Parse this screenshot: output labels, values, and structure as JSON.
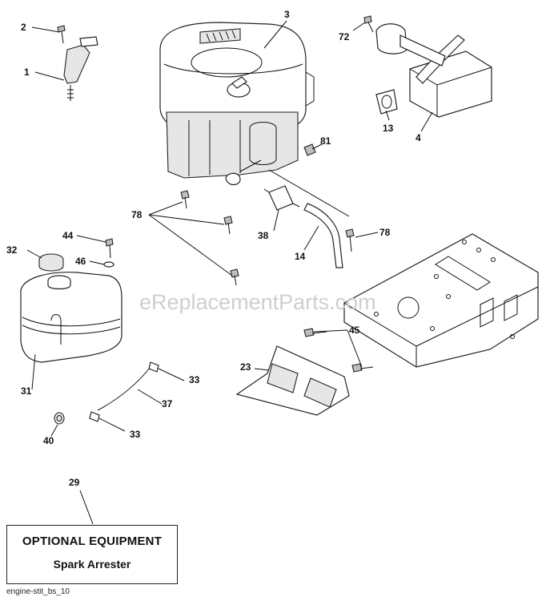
{
  "watermark": "eReplacementParts.com",
  "labels": {
    "l1": "1",
    "l2": "2",
    "l3": "3",
    "l4": "4",
    "l13": "13",
    "l14": "14",
    "l23": "23",
    "l29": "29",
    "l31": "31",
    "l32": "32",
    "l33a": "33",
    "l33b": "33",
    "l37": "37",
    "l38": "38",
    "l40": "40",
    "l44": "44",
    "l45": "45",
    "l46": "46",
    "l72": "72",
    "l78a": "78",
    "l78b": "78",
    "l81": "81"
  },
  "optional_box": {
    "title": "OPTIONAL EQUIPMENT",
    "item": "Spark Arrester"
  },
  "footer": "engine-stit_bs_10"
}
